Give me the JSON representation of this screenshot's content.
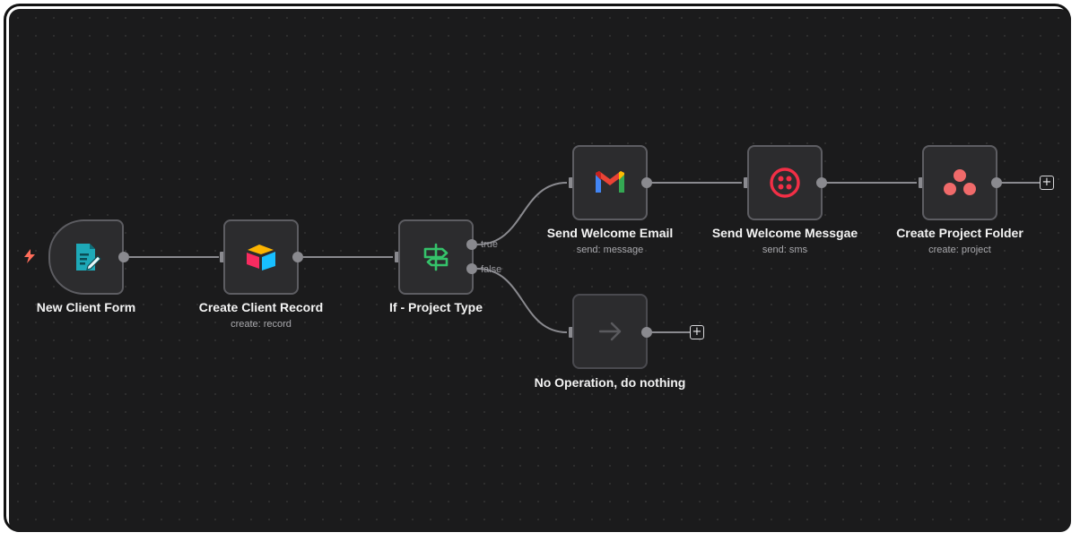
{
  "workflow": {
    "nodes": [
      {
        "id": "new-client-form",
        "title": "New Client Form",
        "subtitle": "",
        "icon": "form-icon"
      },
      {
        "id": "create-client-record",
        "title": "Create Client Record",
        "subtitle": "create: record",
        "icon": "airtable-icon"
      },
      {
        "id": "if-project-type",
        "title": "If - Project Type",
        "subtitle": "",
        "icon": "signpost-icon"
      },
      {
        "id": "send-welcome-email",
        "title": "Send Welcome Email",
        "subtitle": "send: message",
        "icon": "gmail-icon"
      },
      {
        "id": "send-welcome-message",
        "title": "Send Welcome Messgae",
        "subtitle": "send: sms",
        "icon": "twilio-icon"
      },
      {
        "id": "create-project-folder",
        "title": "Create Project Folder",
        "subtitle": "create: project",
        "icon": "asana-icon"
      },
      {
        "id": "no-operation",
        "title": "No Operation, do nothing",
        "subtitle": "",
        "icon": "arrow-right-icon"
      }
    ],
    "branches": {
      "true_label": "true",
      "false_label": "false"
    },
    "add_symbol": "+"
  },
  "colors": {
    "canvas": "#1b1b1c",
    "node_fill": "#2c2c2e",
    "node_border": "#5d5d62",
    "wire": "#8a8a8f",
    "trigger_bolt": "#ff6d5a",
    "form_icon": "#1ea9b8",
    "if_icon": "#35c26a",
    "twilio": "#f22f46",
    "asana": "#f06a6a"
  }
}
